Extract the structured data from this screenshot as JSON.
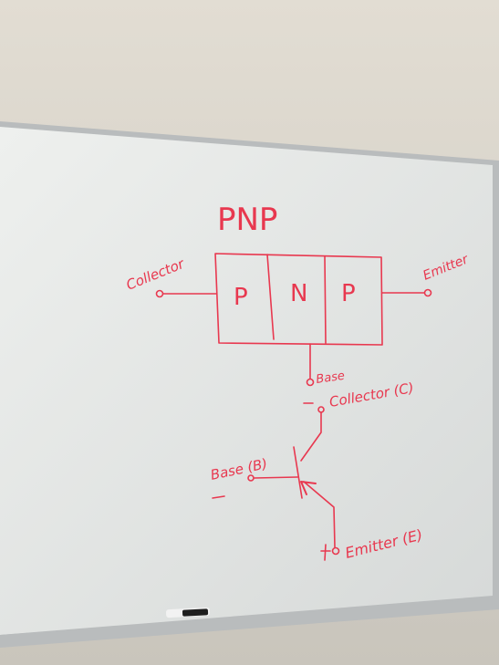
{
  "colors": {
    "wall_top": "#e2ddd3",
    "wall_bottom": "#c9c5bc",
    "board": "#eef0ee",
    "board_shade": "#d6d9d8",
    "frame": "#b9bcbd",
    "ink": "#e8384f",
    "marker_body": "#f2f2f2",
    "marker_cap": "#1e1e1e"
  },
  "board": {
    "title": "PNP",
    "block_diagram": {
      "regions": [
        "P",
        "N",
        "P"
      ],
      "left_terminal": "Collector",
      "right_terminal": "Emitter",
      "bottom_terminal": "Base"
    },
    "symbol": {
      "collector_label": "Collector (C)",
      "base_label": "Base (B)",
      "emitter_label": "Emitter (E)"
    }
  },
  "icons": {
    "marker": "whiteboard-marker-icon",
    "terminal": "terminal-circle-icon",
    "transistor": "pnp-transistor-symbol-icon"
  }
}
